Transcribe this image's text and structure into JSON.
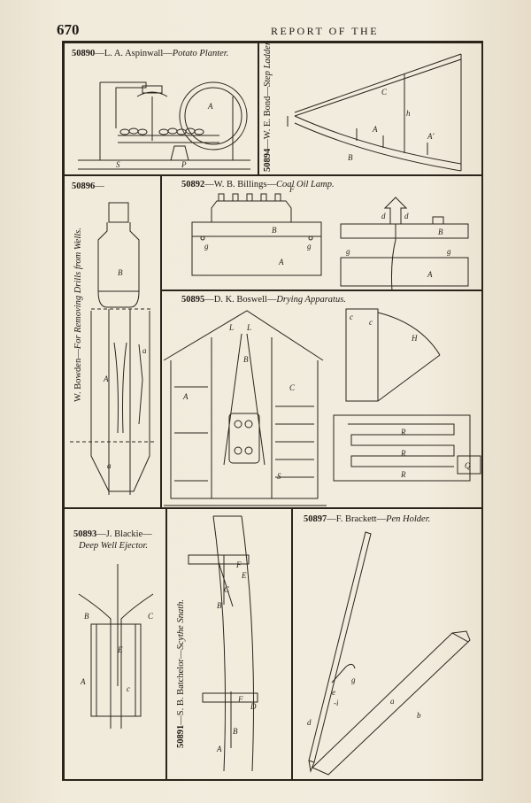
{
  "header": {
    "page_number": "670",
    "running_title": "REPORT OF THE"
  },
  "patents": {
    "p50890": {
      "number": "50890",
      "sep": "—L. A. Aspinwall—",
      "title": "Potato Planter."
    },
    "p50894": {
      "number": "50894",
      "sep": "—W. E. Bond—",
      "title": "Step Ladder."
    },
    "p50896": {
      "number": "50896",
      "sep": "—"
    },
    "p50896_side": {
      "name": "W. Bowden—",
      "title": "For Removing Drills from Wells."
    },
    "p50892": {
      "number": "50892",
      "sep": "—W. B. Billings—",
      "title": "Coal Oil Lamp."
    },
    "p50895": {
      "number": "50895",
      "sep": "—D. K. Boswell—",
      "title": "Drying Apparatus."
    },
    "p50893": {
      "number": "50893",
      "sep": "—J. Blackie—",
      "title": "Deep Well Ejector."
    },
    "p50891": {
      "number": "50891",
      "sep": "—S. B. Batchelor—",
      "title": "Scythe Snath."
    },
    "p50897": {
      "number": "50897",
      "sep": "—F. Brackett—",
      "title": "Pen Holder."
    }
  }
}
